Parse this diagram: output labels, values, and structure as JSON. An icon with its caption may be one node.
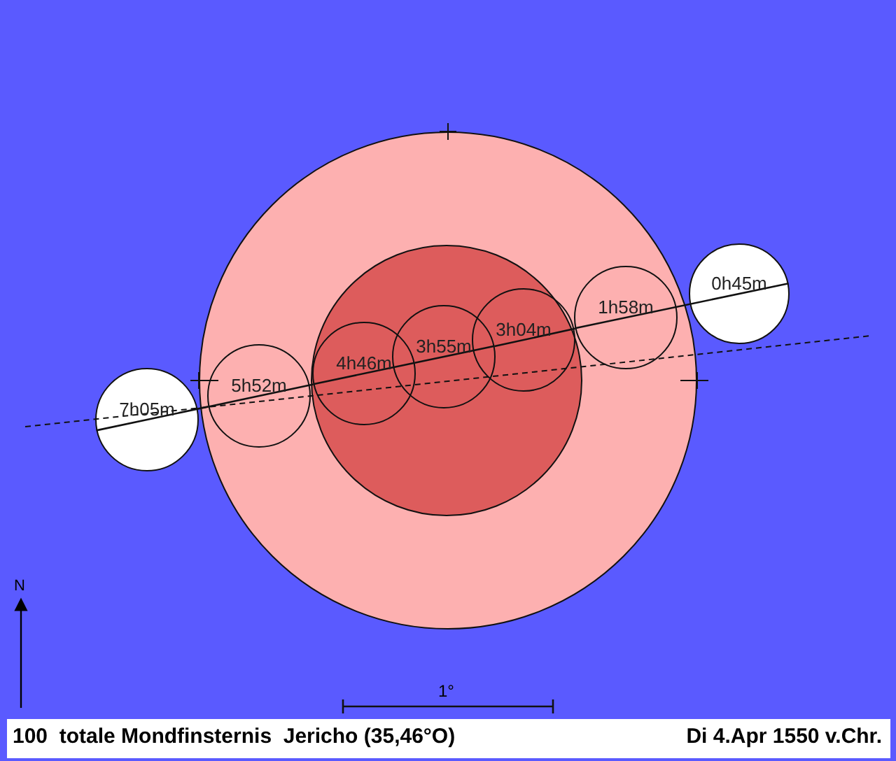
{
  "diagram": {
    "nodes": [
      {
        "text": [],
        "shape": "circle"
      },
      {
        "text": [],
        "shape": "circle",
        "in": 0
      },
      {
        "text": [
          "7h05m"
        ]
      },
      {
        "text": [
          "5h52m"
        ],
        "in": 0
      },
      {
        "text": [
          "4h46m"
        ],
        "in": 1
      },
      {
        "text": [
          "3h55m"
        ],
        "in": 1
      },
      {
        "text": [
          "3h04m"
        ],
        "in": 1
      },
      {
        "text": [
          "1h58m"
        ],
        "in": 0
      },
      {
        "text": [
          "0h45m"
        ]
      }
    ],
    "edges": [
      {
        "from": 2,
        "to": 3,
        "arrow": "none"
      },
      {
        "from": 3,
        "to": 4,
        "arrow": "none"
      },
      {
        "from": 4,
        "to": 5,
        "arrow": "none"
      },
      {
        "from": 5,
        "to": 6,
        "arrow": "none"
      },
      {
        "from": 6,
        "to": 7,
        "arrow": "none"
      },
      {
        "from": 7,
        "to": 8,
        "arrow": "none"
      }
    ],
    "labels": [
      "N",
      "1°",
      "100  totale Mondfinsternis  Jericho (35,46°O)",
      "Di 4.Apr 1550 v.Chr."
    ]
  }
}
